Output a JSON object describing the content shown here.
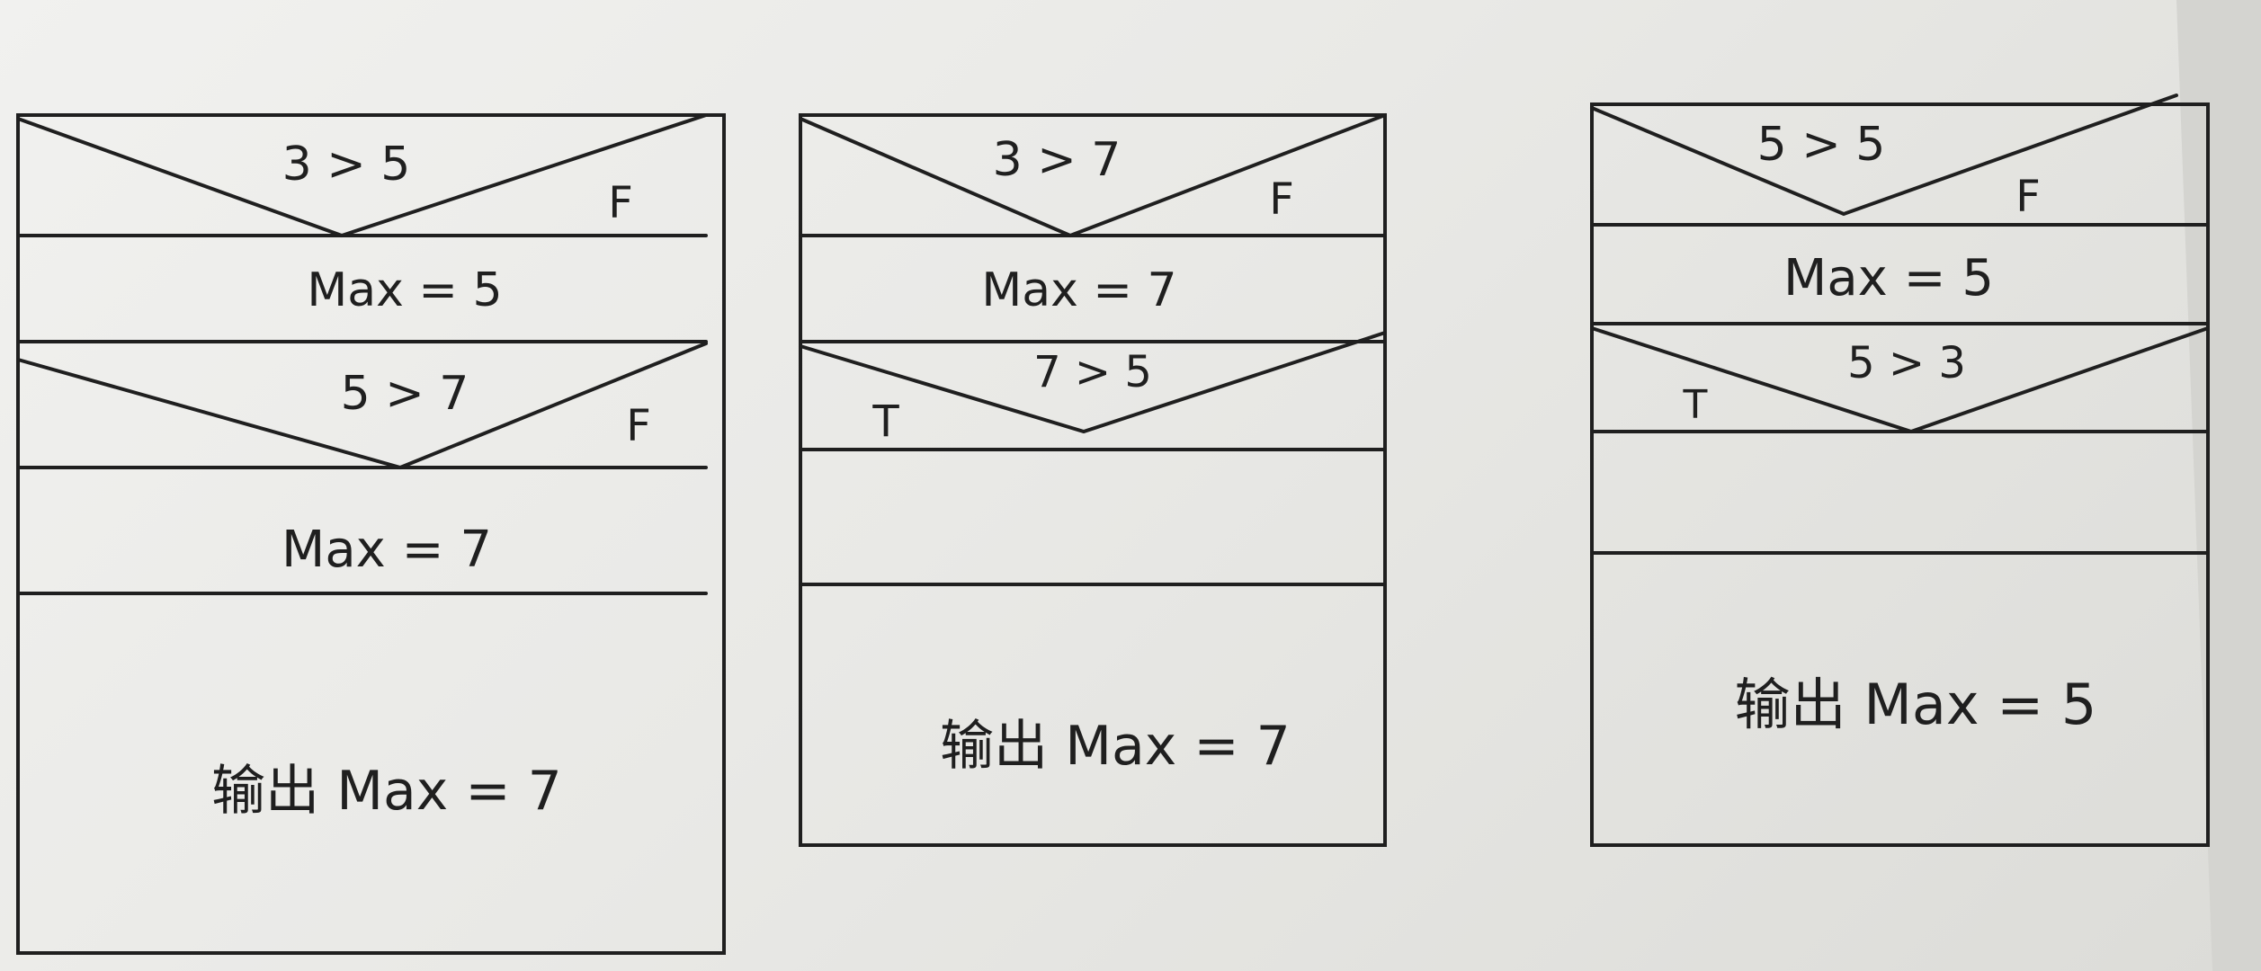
{
  "diagrams": [
    {
      "cells": [
        {
          "kind": "condition",
          "text": "3 > 5",
          "branch_right": "F"
        },
        {
          "kind": "process",
          "text": "Max = 5"
        },
        {
          "kind": "condition",
          "text": "5 > 7",
          "branch_right": "F"
        },
        {
          "kind": "process",
          "text": "Max = 7"
        },
        {
          "kind": "output",
          "text": "输出 Max = 7"
        }
      ]
    },
    {
      "cells": [
        {
          "kind": "condition",
          "text": "3 > 7",
          "branch_right": "F"
        },
        {
          "kind": "process",
          "text": "Max = 7"
        },
        {
          "kind": "condition",
          "text": "7 > 5",
          "branch_left": "T"
        },
        {
          "kind": "empty"
        },
        {
          "kind": "output",
          "text": "输出 Max = 7"
        }
      ]
    },
    {
      "cells": [
        {
          "kind": "condition",
          "text": "5 > 5",
          "branch_right": "F"
        },
        {
          "kind": "process",
          "text": "Max = 5"
        },
        {
          "kind": "condition",
          "text": "5 > 3",
          "branch_left": "T"
        },
        {
          "kind": "empty"
        },
        {
          "kind": "output",
          "text": "输出 Max = 5"
        }
      ]
    }
  ],
  "colors": {
    "ink": "#1f1f1f",
    "paper": "#eeeeec"
  }
}
